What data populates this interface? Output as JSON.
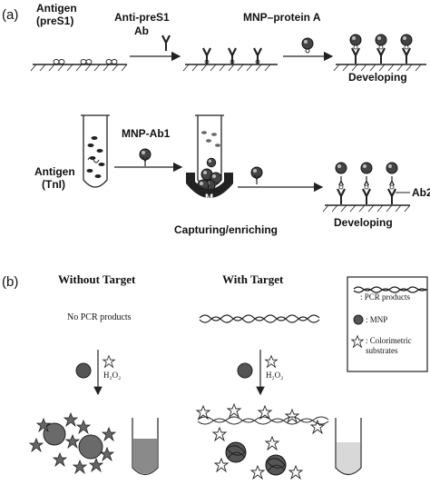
{
  "panel_a": {
    "label": "(a)",
    "row1": {
      "antigen": "Antigen",
      "antigen_name": "(preS1)",
      "antibody": "Anti-preS1",
      "antibody_abbr": "Ab",
      "conjugate": "MNP–protein A",
      "developing": "Developing"
    },
    "row2": {
      "antigen": "Antigen",
      "antigen_name": "(TnI)",
      "conjugate": "MNP-Ab1",
      "magnet": "M",
      "step": "Capturing/enriching",
      "developing": "Developing",
      "secondary": "Ab2"
    }
  },
  "panel_b": {
    "label": "(b)",
    "without_target": "Without Target",
    "with_target": "With Target",
    "no_products": "No PCR products",
    "reagent": "H₂O₂",
    "legend": {
      "pcr": ": PCR products",
      "mnp": ": MNP",
      "substrate": ": Colorimetric substrates"
    }
  },
  "colors": {
    "line": "#222222",
    "mnp": "#555555",
    "solution_dark": "#8a8a8a",
    "solution_light": "#d8d8d8"
  }
}
